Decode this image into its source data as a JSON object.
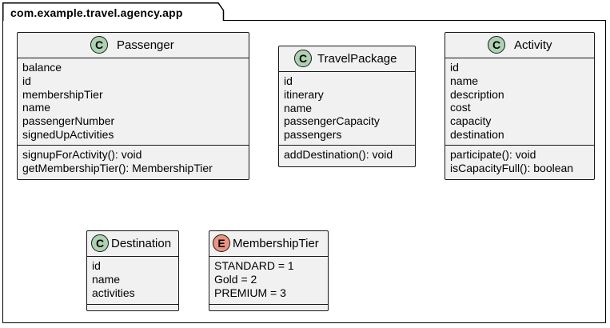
{
  "package": {
    "name": "com.example.travel.agency.app"
  },
  "classes": {
    "passenger": {
      "stereotype": "C",
      "name": "Passenger",
      "attributes": [
        "balance",
        "id",
        "membershipTier",
        "name",
        "passengerNumber",
        "signedUpActivities"
      ],
      "methods": [
        "signupForActivity(): void",
        "getMembershipTier(): MembershipTier"
      ]
    },
    "travel_package": {
      "stereotype": "C",
      "name": "TravelPackage",
      "attributes": [
        "id",
        "itinerary",
        "name",
        "passengerCapacity",
        "passengers"
      ],
      "methods": [
        "addDestination(): void"
      ]
    },
    "activity": {
      "stereotype": "C",
      "name": "Activity",
      "attributes": [
        "id",
        "name",
        "description",
        "cost",
        "capacity",
        "destination"
      ],
      "methods": [
        "participate(): void",
        "isCapacityFull(): boolean"
      ]
    },
    "destination": {
      "stereotype": "C",
      "name": "Destination",
      "attributes": [
        "id",
        "name",
        "activities"
      ],
      "methods": []
    },
    "membership_tier": {
      "stereotype": "E",
      "name": "MembershipTier",
      "attributes": [
        "STANDARD = 1",
        "Gold = 2",
        "PREMIUM = 3"
      ],
      "methods": []
    }
  },
  "colors": {
    "class_badge": "#add1b2",
    "enum_badge": "#eb937f",
    "box_fill": "#f1f1f1",
    "border": "#181818"
  }
}
